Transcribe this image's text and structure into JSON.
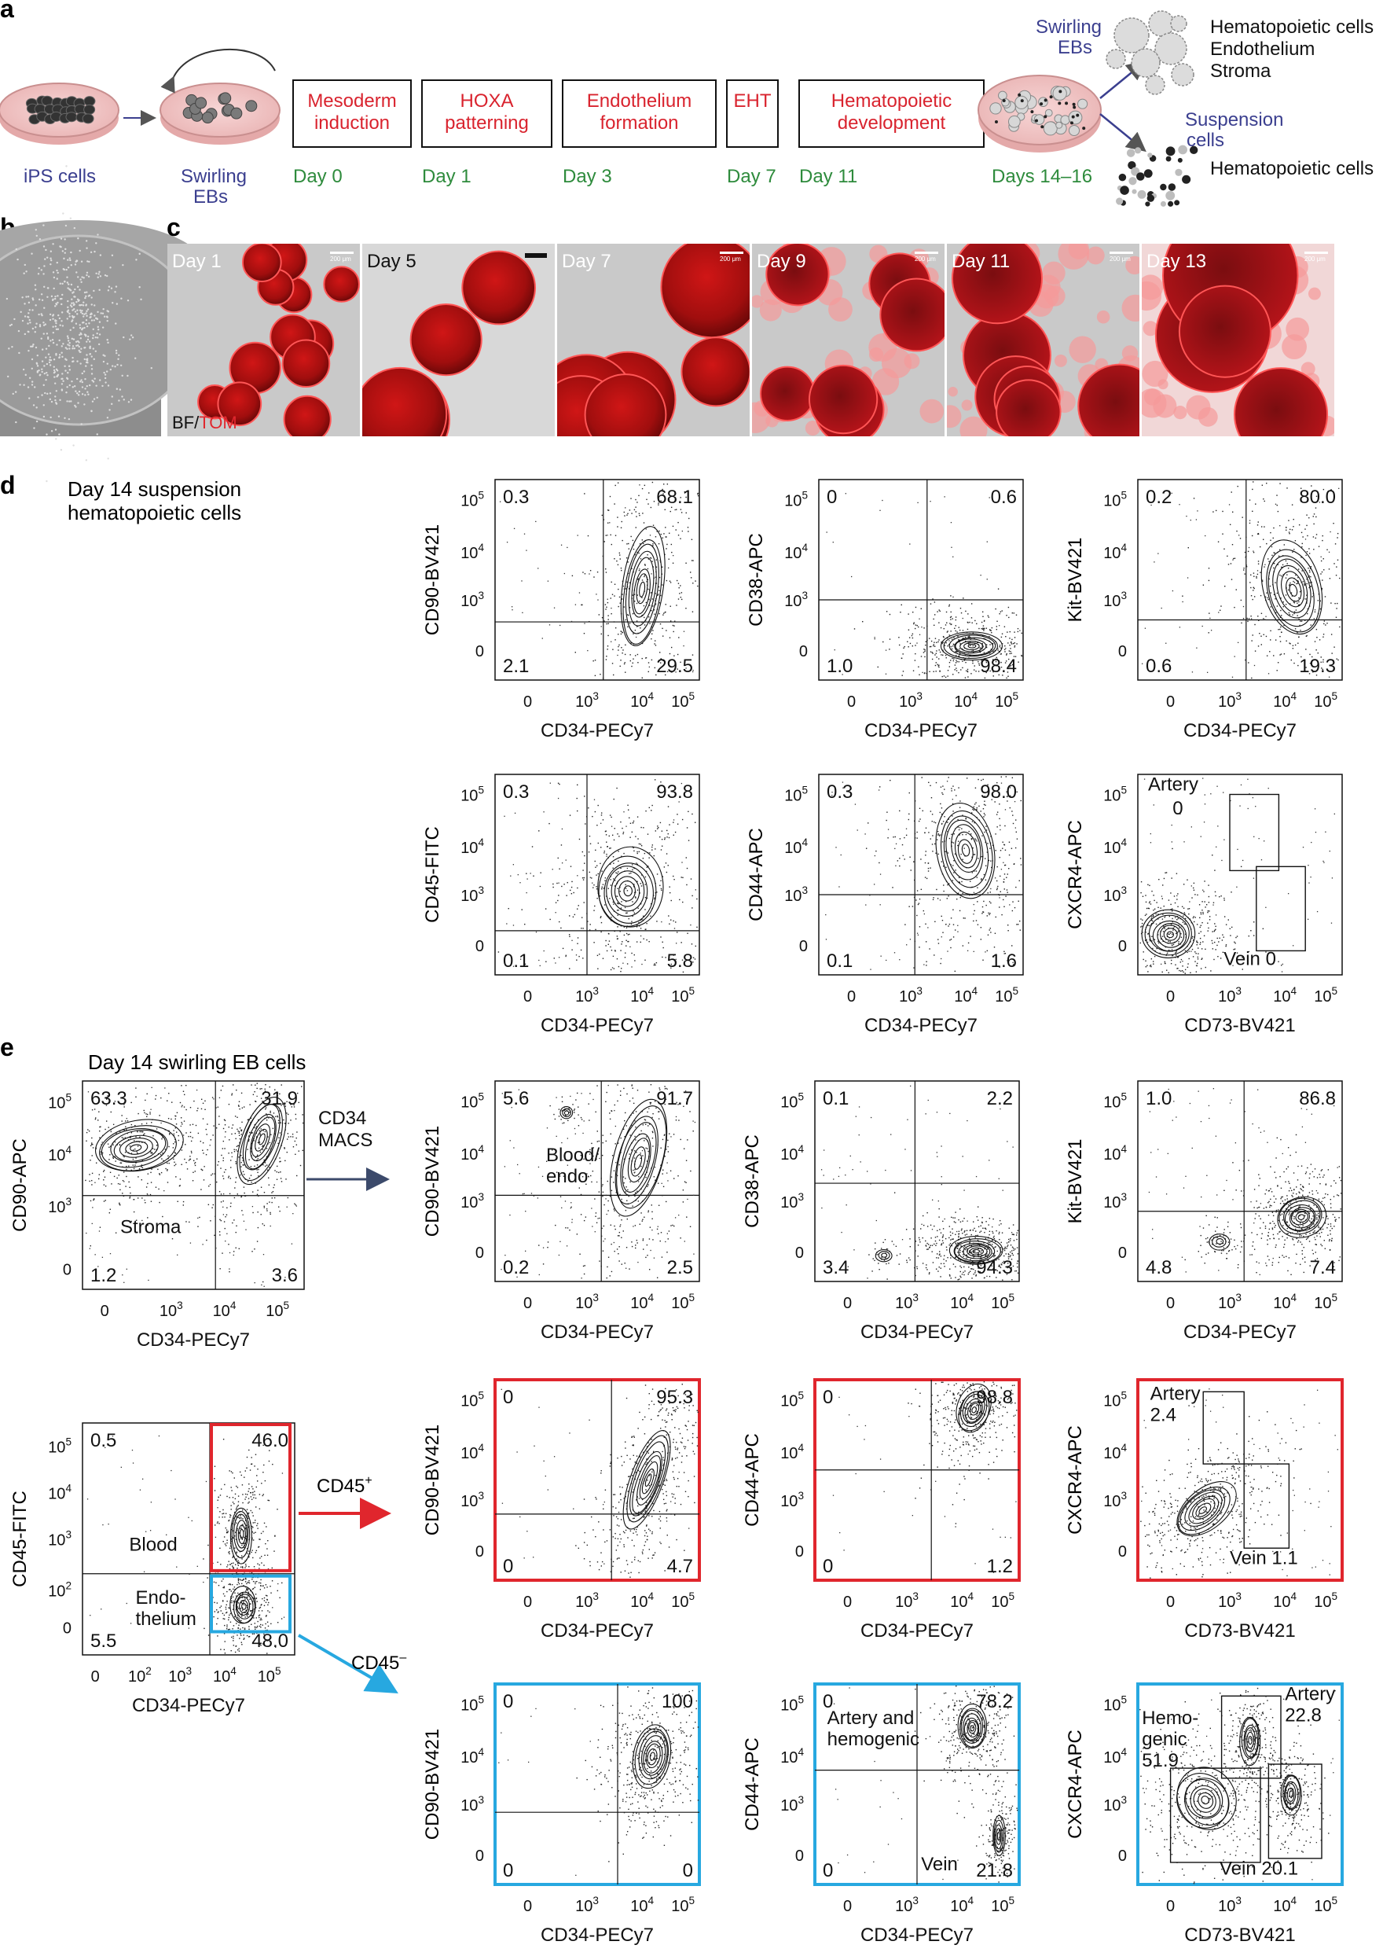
{
  "panel_letters": {
    "a": "a",
    "b": "b",
    "c": "c",
    "d": "d",
    "e": "e"
  },
  "panel_a": {
    "ips_label": "iPS cells",
    "swirling_label": "Swirling\nEBs",
    "stages": [
      {
        "label": "Mesoderm\ninduction",
        "day": "Day 0"
      },
      {
        "label": "HOXA\npatterning",
        "day": "Day 1"
      },
      {
        "label": "Endothelium\nformation",
        "day": "Day 3"
      },
      {
        "label": "EHT",
        "day": "Day 7"
      },
      {
        "label": "Hematopoietic\ndevelopment",
        "day": "Day 11"
      }
    ],
    "final_day": "Days 14–16",
    "swirling_ebs_label": "Swirling\nEBs",
    "suspension_label": "Suspension\ncells",
    "swirling_outputs": "Hematopoietic cells\nEndothelium\nStroma",
    "suspension_outputs": "Hematopoietic cells",
    "colors": {
      "stage_red": "#d9232e",
      "day_green": "#2e8b3c",
      "navy": "#3b3f8f"
    }
  },
  "panel_c": {
    "tiles": [
      {
        "day": "Day 1",
        "scale": "200 μm"
      },
      {
        "day": "Day 5",
        "scale": ""
      },
      {
        "day": "Day 7",
        "scale": "200 μm"
      },
      {
        "day": "Day 9",
        "scale": "200 μm"
      },
      {
        "day": "Day 11",
        "scale": "200 μm"
      },
      {
        "day": "Day 13",
        "scale": "200 μm"
      }
    ],
    "channel_bf": "BF/",
    "channel_tom": "TOM"
  },
  "panel_d": {
    "title": "Day 14 suspension\nhematopoietic cells",
    "plots": [
      {
        "ylabel": "CD90-BV421",
        "xlabel": "CD34-PECy7",
        "quads": [
          "0.3",
          "68.1",
          "2.1",
          "29.5"
        ]
      },
      {
        "ylabel": "CD38-APC",
        "xlabel": "CD34-PECy7",
        "quads": [
          "0",
          "0.6",
          "1.0",
          "98.4"
        ]
      },
      {
        "ylabel": "Kit-BV421",
        "xlabel": "CD34-PECy7",
        "quads": [
          "0.2",
          "80.0",
          "0.6",
          "19.3"
        ]
      },
      {
        "ylabel": "CD45-FITC",
        "xlabel": "CD34-PECy7",
        "quads": [
          "0.3",
          "93.8",
          "0.1",
          "5.8"
        ]
      },
      {
        "ylabel": "CD44-APC",
        "xlabel": "CD34-PECy7",
        "quads": [
          "0.3",
          "98.0",
          "0.1",
          "1.6"
        ]
      },
      {
        "ylabel": "CXCR4-APC",
        "xlabel": "CD73-BV421",
        "gates": [
          "Artery",
          "0",
          "Vein 0"
        ]
      }
    ]
  },
  "panel_e": {
    "title": "Day 14 swirling EB cells",
    "source1": {
      "ylabel": "CD90-APC",
      "xlabel": "CD34-PECy7",
      "quads": [
        "63.3",
        "31.9",
        "1.2",
        "3.6"
      ],
      "region": "Stroma"
    },
    "macs": "CD34\nMACS",
    "row1": [
      {
        "ylabel": "CD90-BV421",
        "xlabel": "CD34-PECy7",
        "quads": [
          "5.6",
          "91.7",
          "0.2",
          "2.5"
        ],
        "region": "Blood/\nendo"
      },
      {
        "ylabel": "CD38-APC",
        "xlabel": "CD34-PECy7",
        "quads": [
          "0.1",
          "2.2",
          "3.4",
          "94.3"
        ]
      },
      {
        "ylabel": "Kit-BV421",
        "xlabel": "CD34-PECy7",
        "quads": [
          "1.0",
          "86.8",
          "4.8",
          "7.4"
        ]
      }
    ],
    "source2": {
      "ylabel": "CD45-FITC",
      "xlabel": "CD34-PECy7",
      "quads": [
        "0.5",
        "46.0",
        "5.5",
        "48.0"
      ],
      "blood": "Blood",
      "endo": "Endo-\nthelium"
    },
    "cd45pos": "CD45",
    "cd45neg": "CD45",
    "row2": [
      {
        "ylabel": "CD90-BV421",
        "xlabel": "CD34-PECy7",
        "quads": [
          "0",
          "95.3",
          "0",
          "4.7"
        ]
      },
      {
        "ylabel": "CD44-APC",
        "xlabel": "CD34-PECy7",
        "quads": [
          "0",
          "98.8",
          "0",
          "1.2"
        ]
      },
      {
        "ylabel": "CXCR4-APC",
        "xlabel": "CD73-BV421",
        "gates": [
          "Artery\n2.4",
          "Vein 1.1"
        ]
      }
    ],
    "row3": [
      {
        "ylabel": "CD90-BV421",
        "xlabel": "CD34-PECy7",
        "quads": [
          "0",
          "100",
          "0",
          "0"
        ]
      },
      {
        "ylabel": "CD44-APC",
        "xlabel": "CD34-PECy7",
        "quads": [
          "0",
          "78.2",
          "0",
          "21.8"
        ],
        "tl_label": "Artery and\nhemogenic",
        "br_label": "Vein"
      },
      {
        "ylabel": "CXCR4-APC",
        "xlabel": "CD73-BV421",
        "gates": [
          "Hemo-\ngenic\n51.9",
          "Artery\n22.8",
          "Vein 20.1"
        ]
      }
    ],
    "colors": {
      "red": "#e0262d",
      "blue": "#27a8e0",
      "arrow_navy": "#3c4a6b"
    }
  },
  "ticks_log": [
    "0",
    "10^3",
    "10^4",
    "10^5"
  ],
  "ticks_log_e": [
    "0",
    "10^2",
    "10^3",
    "10^4",
    "10^5"
  ]
}
